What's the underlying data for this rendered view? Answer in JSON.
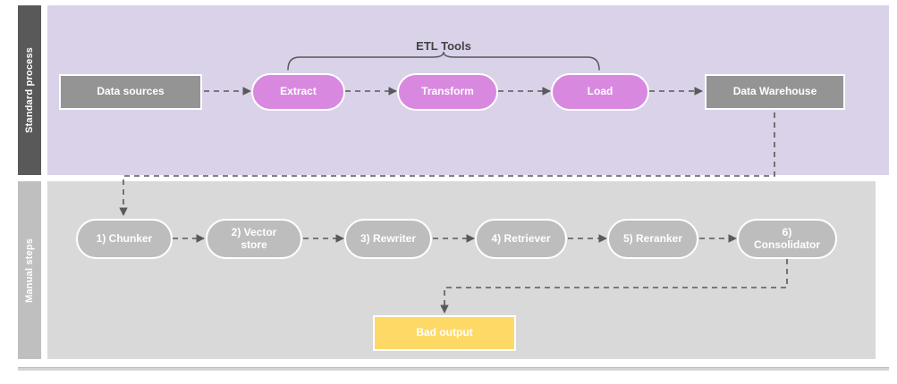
{
  "diagram": {
    "lanes": [
      {
        "id": "standard",
        "label": "Standard process"
      },
      {
        "id": "manual",
        "label": "Manual steps"
      }
    ],
    "annotations": [
      {
        "id": "etl-tools",
        "label": "ETL Tools"
      }
    ],
    "standard_process": {
      "nodes": [
        {
          "id": "data-sources",
          "label": "Data sources",
          "shape": "rect",
          "color": "#949494"
        },
        {
          "id": "extract",
          "label": "Extract",
          "shape": "pill",
          "color": "#d988e0"
        },
        {
          "id": "transform",
          "label": "Transform",
          "shape": "pill",
          "color": "#d988e0"
        },
        {
          "id": "load",
          "label": "Load",
          "shape": "pill",
          "color": "#d988e0"
        },
        {
          "id": "data-warehouse",
          "label": "Data Warehouse",
          "shape": "rect",
          "color": "#949494"
        }
      ]
    },
    "manual_steps": {
      "nodes": [
        {
          "id": "chunker",
          "label": "1) Chunker",
          "shape": "pill",
          "color": "#bdbdbd"
        },
        {
          "id": "vector-store",
          "label": "2) Vector store",
          "shape": "pill",
          "color": "#bdbdbd"
        },
        {
          "id": "rewriter",
          "label": "3) Rewriter",
          "shape": "pill",
          "color": "#bdbdbd"
        },
        {
          "id": "retriever",
          "label": "4) Retriever",
          "shape": "pill",
          "color": "#bdbdbd"
        },
        {
          "id": "reranker",
          "label": "5) Reranker",
          "shape": "pill",
          "color": "#bdbdbd"
        },
        {
          "id": "consolidator",
          "label": "6) Consolidator",
          "shape": "pill",
          "color": "#bdbdbd"
        }
      ],
      "outcome": {
        "id": "bad-output",
        "label": "Bad output",
        "shape": "rect",
        "color": "#ffd966"
      }
    },
    "labels": {
      "data_sources": "Data sources",
      "extract": "Extract",
      "transform": "Transform",
      "load": "Load",
      "data_warehouse": "Data Warehouse",
      "chunker": "1) Chunker",
      "vector_store_line1": "2) Vector",
      "vector_store_line2": "store",
      "rewriter": "3) Rewriter",
      "retriever": "4) Retriever",
      "reranker": "5) Reranker",
      "consolidator_line1": "6)",
      "consolidator_line2": "Consolidator",
      "bad_output": "Bad output",
      "etl_tools": "ETL Tools",
      "lane_standard": "Standard process",
      "lane_manual": "Manual steps"
    },
    "colors": {
      "lane_standard_label_bg": "#595959",
      "lane_standard_bg": "#d9d2e9",
      "lane_manual_label_bg": "#bfbfbf",
      "lane_manual_bg": "#d9d9d9",
      "node_gray": "#949494",
      "node_purple": "#d988e0",
      "node_mid_gray": "#bdbdbd",
      "node_amber": "#ffd966",
      "connector": "#595959",
      "text_light": "#ffffff",
      "text_dark": "#434343"
    }
  }
}
